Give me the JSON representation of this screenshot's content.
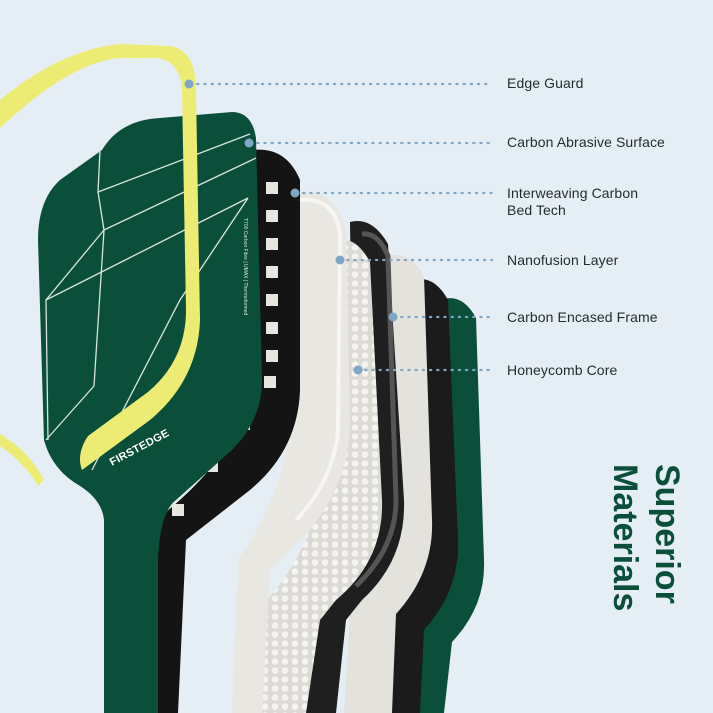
{
  "colors": {
    "background": "#e6eef5",
    "brand_green": "#0b4f3a",
    "edge_guard_yellow": "#ecec75",
    "carbon_black": "#1b1b1b",
    "nanofusion_white": "#e8e6e1",
    "leader_dots": "#7fa6c4"
  },
  "brand": {
    "logo_text": "FIRSTEDGE",
    "face_print": "T700 Carbon Fibre | UMAX | Thermoformed"
  },
  "layers": [
    {
      "label": "Edge Guard"
    },
    {
      "label": "Carbon Abrasive Surface"
    },
    {
      "label_line1": "Interweaving Carbon",
      "label_line2": "Bed Tech"
    },
    {
      "label": "Nanofusion Layer"
    },
    {
      "label": "Carbon Encased Frame"
    },
    {
      "label": "Honeycomb Core"
    }
  ],
  "headline": {
    "line1": "Superior",
    "line2": "Materials"
  }
}
